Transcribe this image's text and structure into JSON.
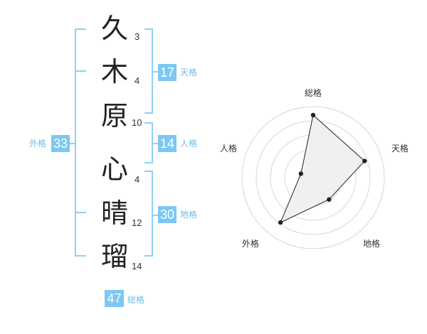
{
  "characters": [
    {
      "char": "久",
      "strokes": "3"
    },
    {
      "char": "木",
      "strokes": "4"
    },
    {
      "char": "原",
      "strokes": "10"
    },
    {
      "char": "心",
      "strokes": "4"
    },
    {
      "char": "晴",
      "strokes": "12"
    },
    {
      "char": "瑠",
      "strokes": "14"
    }
  ],
  "fortunes": {
    "tenkaku": {
      "value": "17",
      "label": "天格"
    },
    "jinkaku": {
      "value": "14",
      "label": "人格"
    },
    "chikaku": {
      "value": "30",
      "label": "地格"
    },
    "gaikaku": {
      "value": "33",
      "label": "外格"
    },
    "soukaku": {
      "value": "47",
      "label": "総格"
    }
  },
  "colors": {
    "accent": "#7cc8f2",
    "bracket": "#8fd0f5",
    "radar_fill": "#f0f0f0"
  },
  "chart_data": {
    "type": "radar",
    "axes": [
      "総格",
      "天格",
      "地格",
      "外格",
      "人格"
    ],
    "values": [
      4.4,
      3.8,
      1.9,
      3.9,
      0.9
    ],
    "max": 5
  }
}
